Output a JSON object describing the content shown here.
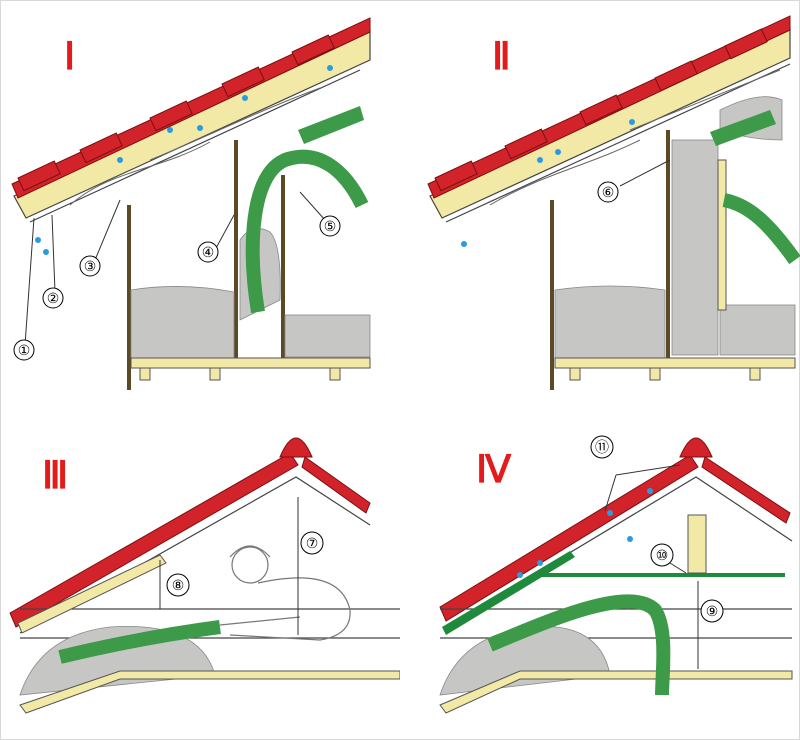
{
  "panels": [
    {
      "numeral": "Ⅰ",
      "callouts": [
        "①",
        "②",
        "③",
        "④",
        "⑤"
      ]
    },
    {
      "numeral": "Ⅱ",
      "callouts": [
        "⑥"
      ]
    },
    {
      "numeral": "Ⅲ",
      "callouts": [
        "⑦",
        "⑧"
      ]
    },
    {
      "numeral": "Ⅳ",
      "callouts": [
        "⑨",
        "⑩",
        "⑪"
      ]
    }
  ],
  "colors": {
    "tile": "#d3232a",
    "insulation": "#c6c7c4",
    "hose": "#3d9a49",
    "timber": "#f3e9a6",
    "water": "#2a9be0",
    "board": "#1f8a3b",
    "numeral": "#e31b1b"
  }
}
